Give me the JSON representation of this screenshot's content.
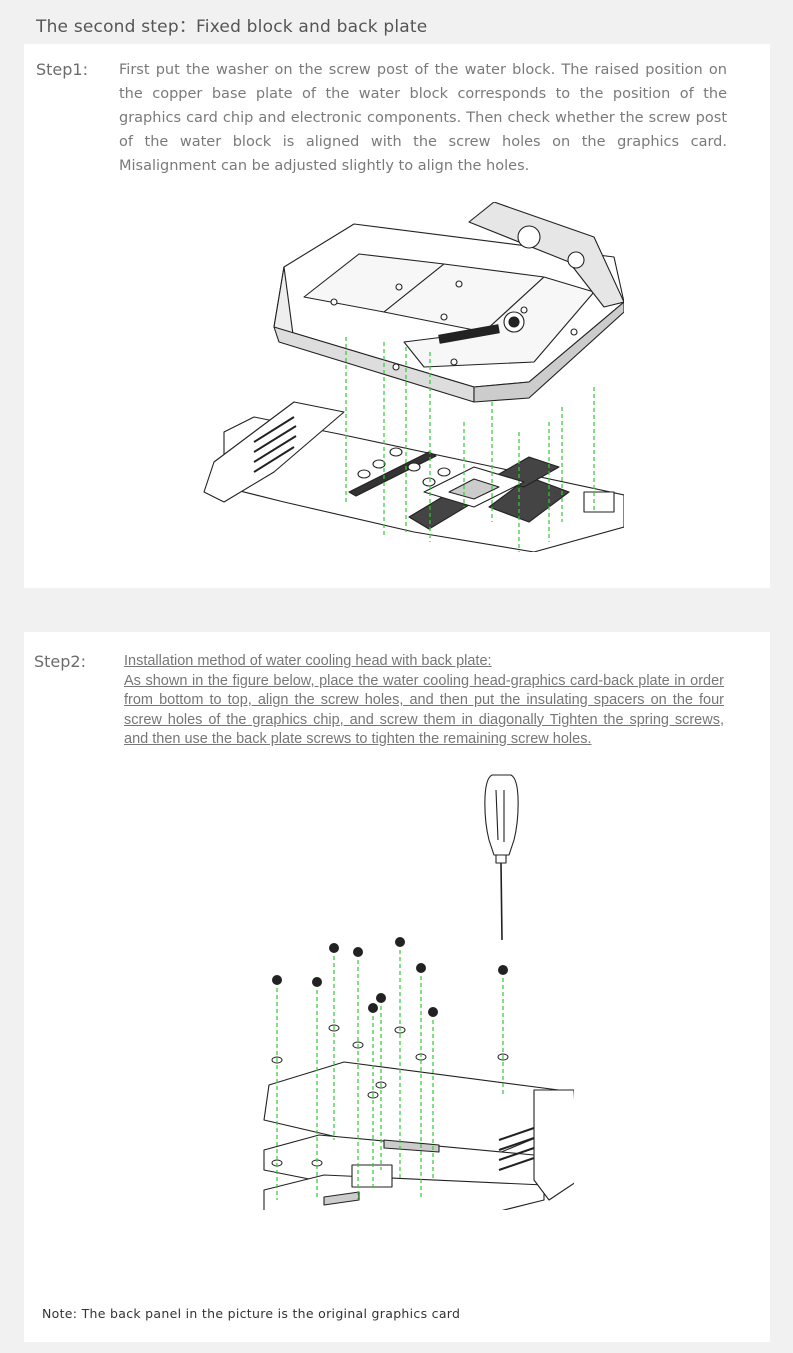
{
  "page": {
    "title": "The second step：Fixed block and back plate"
  },
  "step1": {
    "label": "Step1:",
    "text": "First put the washer on the screw post of the water block. The raised position on the copper base plate of the water block corresponds to the position of the graphics card chip and electronic components. Then check whether the screw post of the water block is aligned with the screw holes on the graphics card. Misalignment can be adjusted slightly to align the holes."
  },
  "step2": {
    "label": "Step2:",
    "heading": "Installation method of water cooling head with back plate:",
    "text": "As shown in the figure below, place the water cooling head-graphics card-back plate in order from bottom to top, align the screw holes, and then put the insulating spacers on the four screw holes of the graphics chip, and screw them in diagonally Tighten the spring screws, and then use the back plate screws to tighten the remaining screw holes."
  },
  "note": "Note: The back panel in the picture is the original graphics card",
  "colors": {
    "background": "#f1f1f1",
    "panel": "#ffffff",
    "guide_line": "#2ecc2e",
    "line_art": "#222222"
  }
}
